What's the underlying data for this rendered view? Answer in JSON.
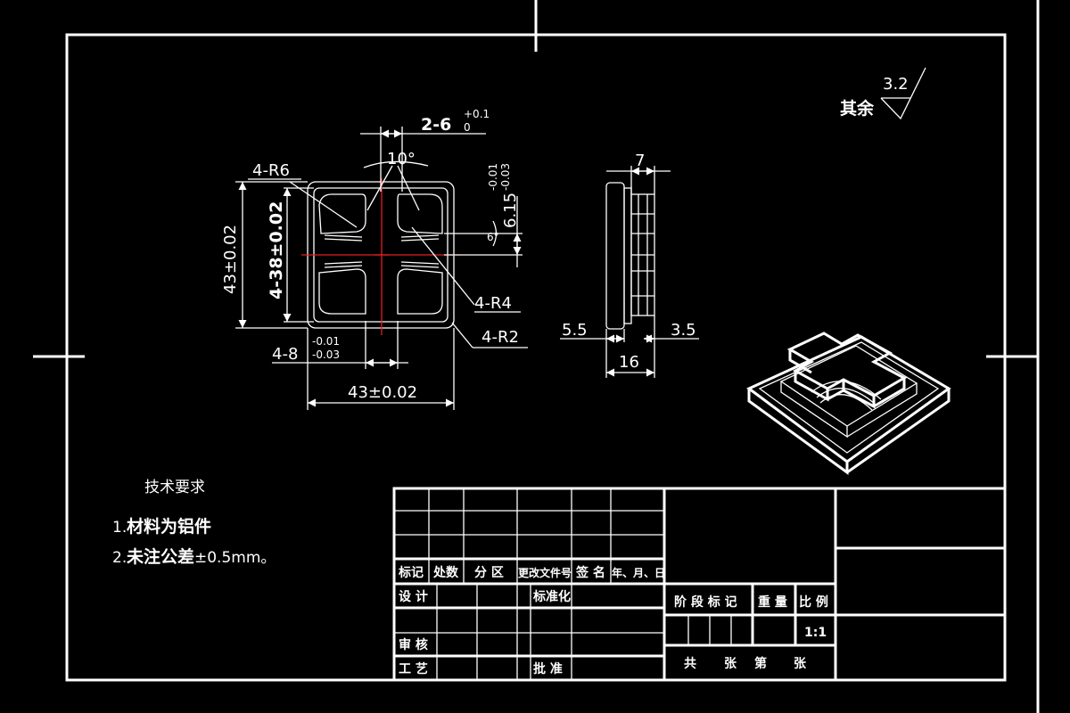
{
  "roughness": {
    "prefix": "其余",
    "value": "3.2"
  },
  "front_view": {
    "slot_callout": "2-6",
    "slot_tol_upper": "+0.1",
    "slot_tol_lower": "0",
    "angle": "10°",
    "corner_r6": "4-R6",
    "width_vertical": "43±0.02",
    "inner_spacing": "4-38±0.02",
    "inner_r4": "4-R4",
    "outer_r2": "4-R2",
    "slot_width": "4-8",
    "slot_tol_upper2": "-0.01",
    "slot_tol_lower2": "-0.03",
    "width_horizontal": "43±0.02",
    "depth_dim": "6.15",
    "depth_tol_upper": "-0.01",
    "depth_tol_lower": "-0.03",
    "depth_angle": "6°"
  },
  "side_view": {
    "top": "7",
    "left": "5.5",
    "right": "3.5",
    "bottom": "16"
  },
  "tech_req": {
    "title": "技术要求",
    "line1_num": "1.",
    "line1_text": "材料为铝件",
    "line2_num": "2.",
    "line2_text": "未注公差",
    "line2_suffix": "±0.5mm。"
  },
  "title_block": {
    "biaoji": "标记",
    "chushu": "处数",
    "fenqu": "分 区",
    "gengai": "更改文件号",
    "qianming": "签 名",
    "nianyueri": "年、月、日",
    "sheji": "设 计",
    "biaozhunhua": "标准化",
    "shenhe": "审 核",
    "gongyi": "工 艺",
    "pizhun": "批 准",
    "jieduan": "阶 段 标 记",
    "zhongliang": "重 量",
    "bili": "比 例",
    "scale": "1:1",
    "gong": "共",
    "zhang1": "张",
    "di": "第",
    "zhang2": "张"
  }
}
